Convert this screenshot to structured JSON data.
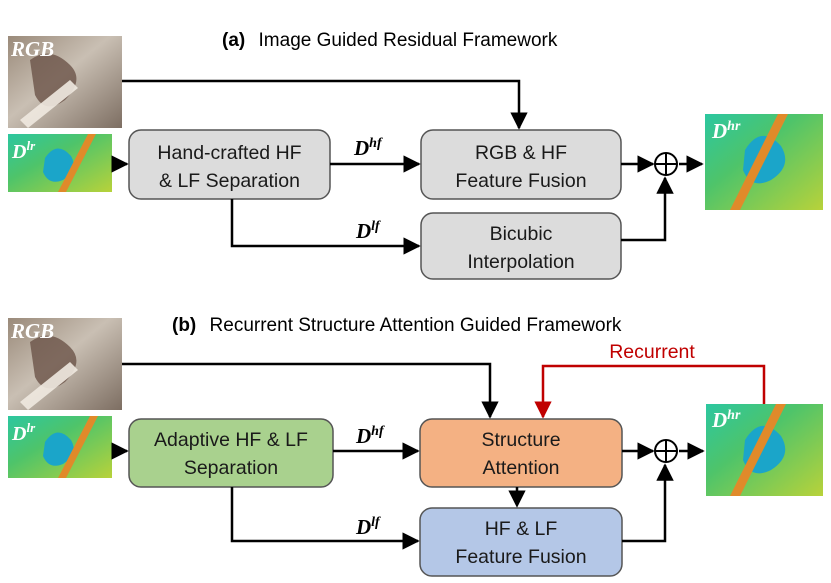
{
  "panel_a": {
    "title_tag": "(a)",
    "title": "Image Guided Residual Framework",
    "box_separation": [
      "Hand-crafted HF",
      "& LF Separation"
    ],
    "box_fusion": [
      "RGB & HF",
      "Feature Fusion"
    ],
    "box_bicubic": [
      "Bicubic",
      "Interpolation"
    ],
    "colors": {
      "box": "#dcdcdc"
    }
  },
  "panel_b": {
    "title_tag": "(b)",
    "title": "Recurrent Structure Attention Guided Framework",
    "box_separation": [
      "Adaptive HF & LF",
      "Separation"
    ],
    "box_attention": [
      "Structure",
      "Attention"
    ],
    "box_fusion": [
      "HF & LF",
      "Feature Fusion"
    ],
    "recurrent_label": "Recurrent",
    "colors": {
      "separation": "#a9d18e",
      "attention": "#f4b183",
      "fusion": "#b4c7e7",
      "recurrent": "#c00000"
    }
  },
  "labels": {
    "rgb": "RGB",
    "d_base": "D",
    "lr_sup": "lr",
    "hr_sup": "hr",
    "hf_sup": "hf",
    "lf_sup": "lf"
  }
}
